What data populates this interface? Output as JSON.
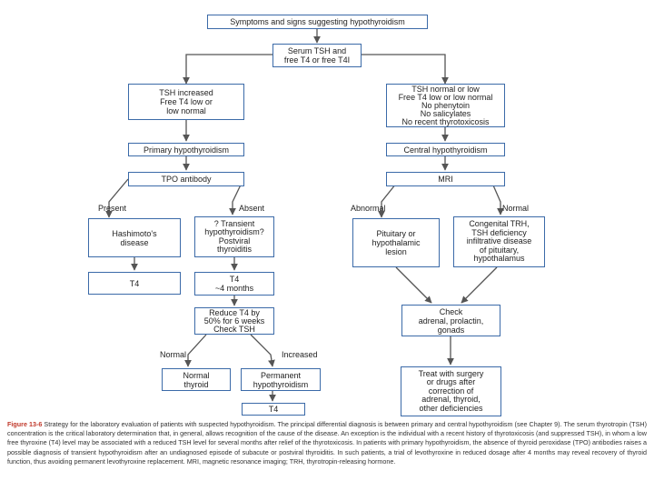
{
  "boxes": {
    "symptoms": "Symptoms and signs suggesting hypothyroidism",
    "serum": [
      "Serum TSH and",
      "free T4 or free T4I"
    ],
    "tsh_increased": [
      "TSH increased",
      "Free T4 low or",
      "low normal"
    ],
    "tsh_normal": [
      "TSH normal or low",
      "Free T4 low or low normal",
      "No phenytoin",
      "No salicylates",
      "No recent thyrotoxicosis"
    ],
    "primary": "Primary hypothyroidism",
    "central": "Central hypothyroidism",
    "tpo": "TPO antibody",
    "mri": "MRI",
    "hashimoto": [
      "Hashimoto's",
      "disease"
    ],
    "transient": [
      "? Transient",
      "hypothyroidism?",
      "Postviral",
      "thyroiditis"
    ],
    "pituitary": [
      "Pituitary or",
      "hypothalamic",
      "lesion"
    ],
    "congenital": [
      "Congenital TRH,",
      "TSH deficiency",
      "infiltrative disease",
      "of pituitary,",
      "hypothalamus"
    ],
    "t4_left": "T4",
    "t4_4months": [
      "T4",
      "~4 months"
    ],
    "reduce": [
      "Reduce T4 by",
      "50% for 6 weeks",
      "Check TSH"
    ],
    "check": [
      "Check",
      "adrenal, prolactin,",
      "gonads"
    ],
    "normal_thyroid": [
      "Normal",
      "thyroid"
    ],
    "permanent": [
      "Permanent",
      "hypothyroidism"
    ],
    "t4_bottom": "T4",
    "treat": [
      "Treat with surgery",
      "or drugs after",
      "correction of",
      "adrenal, thyroid,",
      "other deficiencies"
    ]
  },
  "labels": {
    "present": "Present",
    "absent": "Absent",
    "abnormal": "Abnormal",
    "normal_right": "Normal",
    "normal_left": "Normal",
    "increased": "Increased"
  },
  "caption": {
    "figure": "Figure 13-6",
    "text": "Strategy for the laboratory evaluation of patients with suspected hypothyroidism. The principal differential diagnosis is between primary and central hypothyroidism (see Chapter 9). The serum thyrotropin (TSH) concentration is the critical laboratory determination that, in general, allows recognition of the cause of the disease. An exception is the individual with a recent history of thyrotoxicosis (and suppressed TSH), in whom a low free thyroxine (T4) level may be associated with a reduced TSH level for several months after relief of the thyrotoxicosis. In patients with primary hypothyroidism, the absence of thyroid peroxidase (TPO) antibodies raises a possible diagnosis of transient hypothyroidism after an undiagnosed episode of subacute or postviral thyroiditis. In such patients, a trial of levothyroxine in reduced dosage after 4 months may reveal recovery of thyroid function, thus avoiding permanent levothyroxine replacement. MRI, magnetic resonance imaging; TRH, thyrotropin-releasing hormone."
  },
  "colors": {
    "box_border": "#3b6aa8",
    "arrow": "#555555",
    "figure_label": "#c0392b"
  }
}
